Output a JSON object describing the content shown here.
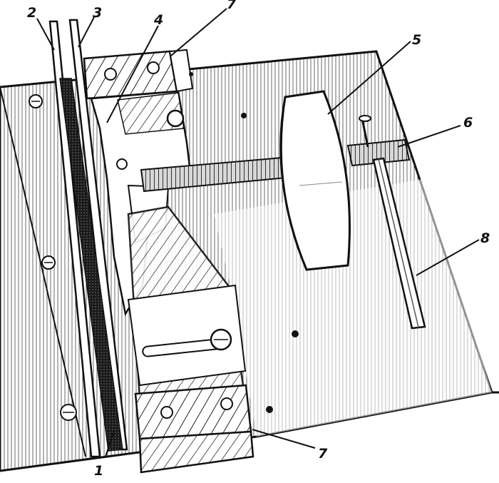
{
  "callouts": {
    "c1": "1",
    "c2": "2",
    "c3": "3",
    "c4": "4",
    "c5": "5",
    "c6": "6",
    "c7_top": "7",
    "c7_bottom": "7",
    "c8": "8"
  },
  "colors": {
    "ink": "#111111",
    "paper": "#ffffff",
    "hatch": "#5a5a5a"
  }
}
